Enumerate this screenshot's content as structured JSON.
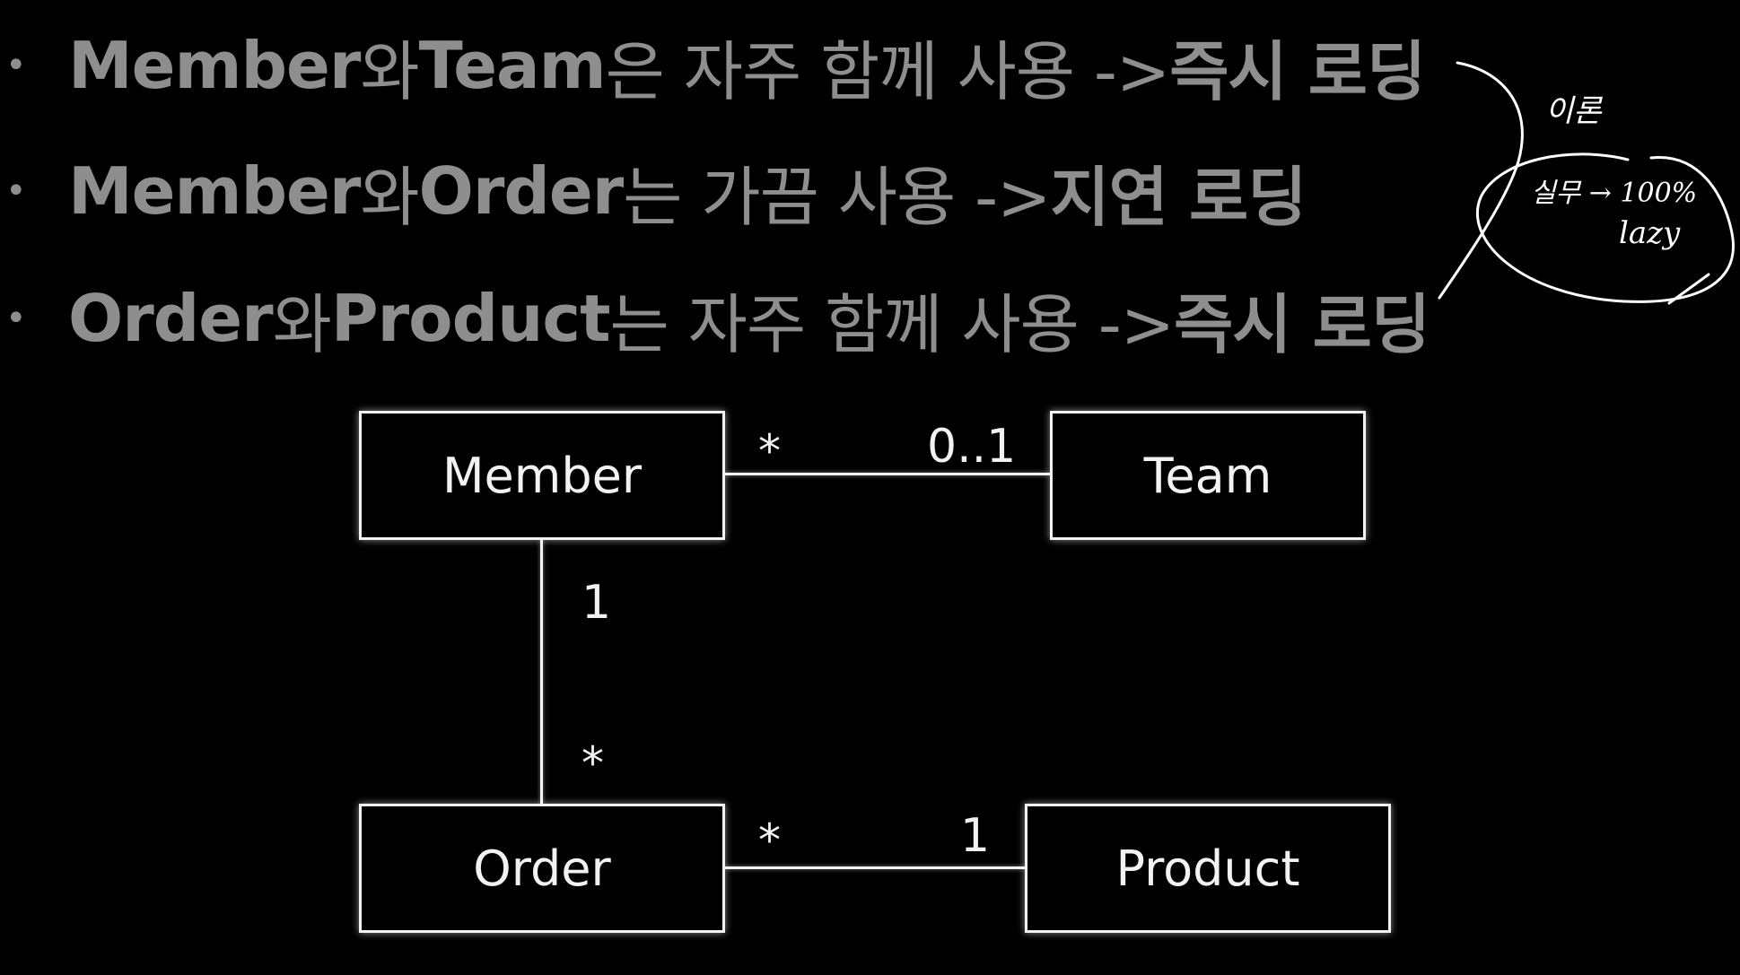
{
  "bullets": [
    {
      "dot": "•",
      "a": "Member",
      "a_suffix": "와 ",
      "b": "Team",
      "b_suffix": "은 자주 함께 사용 -> ",
      "result": "즉시 로딩"
    },
    {
      "dot": "•",
      "a": "Member",
      "a_suffix": "와 ",
      "b": "Order",
      "b_suffix": "는 가끔 사용 -> ",
      "result": "지연 로딩"
    },
    {
      "dot": "•",
      "a": "Order",
      "a_suffix": "와 ",
      "b": "Product",
      "b_suffix": "는 자주 함께 사용 -> ",
      "result": "즉시 로딩"
    }
  ],
  "diagram": {
    "entities": {
      "member": "Member",
      "team": "Team",
      "order": "Order",
      "product": "Product"
    },
    "relations": {
      "member_team": {
        "member_side": "*",
        "team_side": "0..1"
      },
      "member_order": {
        "member_side": "1",
        "order_side": "*"
      },
      "order_product": {
        "order_side": "*",
        "product_side": "1"
      }
    }
  },
  "handwritten_note": {
    "line1": "이론",
    "line2": "실무 → 100%",
    "line3": "lazy",
    "color": "#ffffff"
  },
  "colors": {
    "background": "#000000",
    "bullet_text": "#8e8e8e",
    "diagram_stroke": "#f2f2f2"
  }
}
